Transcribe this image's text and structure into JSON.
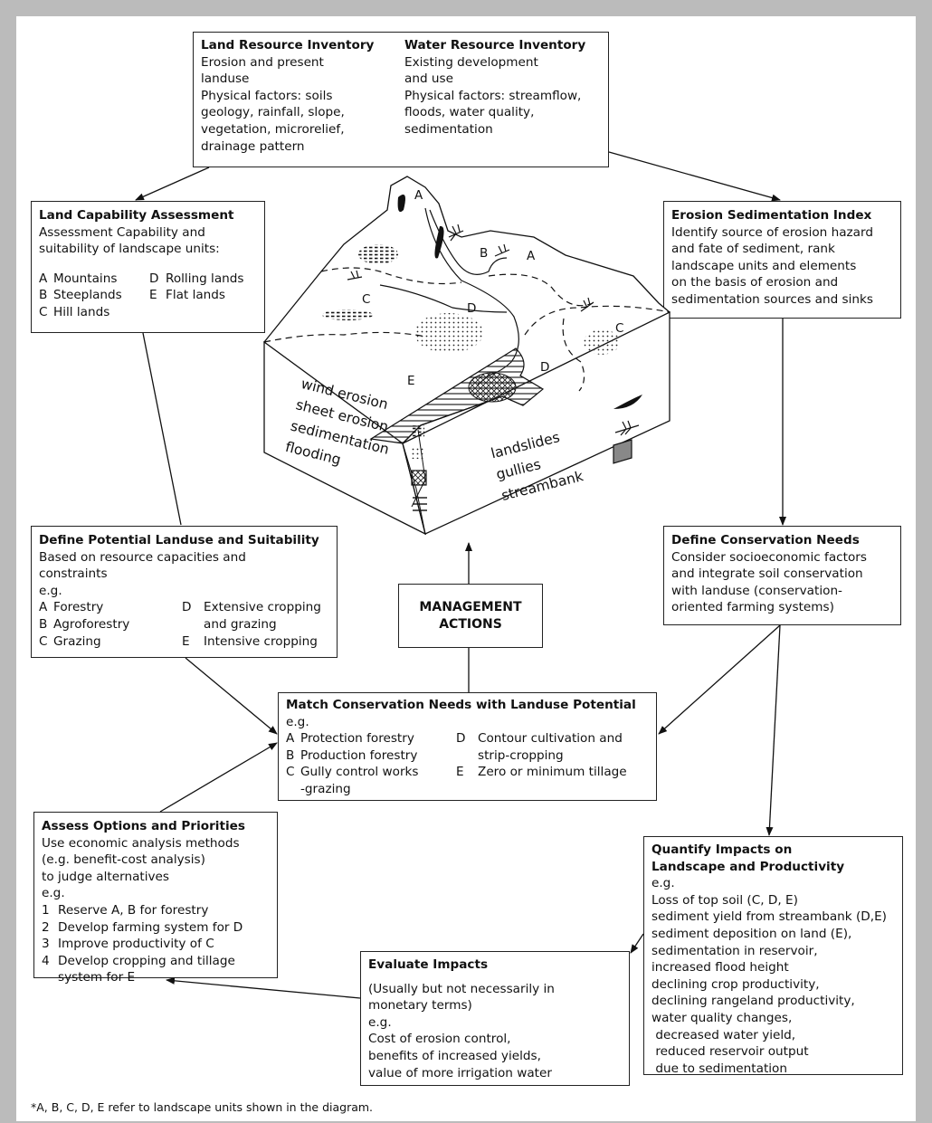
{
  "land_inventory": {
    "title": "Land Resource Inventory",
    "lines": [
      "Erosion and present",
      "landuse",
      "Physical factors: soils",
      "geology, rainfall, slope,",
      "vegetation, microrelief,",
      "drainage pattern"
    ]
  },
  "water_inventory": {
    "title": "Water Resource Inventory",
    "lines": [
      "Existing development",
      "and use",
      "Physical factors: streamflow,",
      "floods, water quality,",
      "sedimentation"
    ]
  },
  "land_capability": {
    "title": "Land Capability Assessment",
    "lines": [
      "Assessment Capability and",
      "suitability of landscape units:"
    ],
    "items": [
      {
        "key": "A",
        "text": "Mountains",
        "key2": "D",
        "text2": "Rolling lands"
      },
      {
        "key": "B",
        "text": "Steeplands",
        "key2": "E",
        "text2": "Flat lands"
      },
      {
        "key": "C",
        "text": "Hill lands"
      }
    ]
  },
  "erosion_index": {
    "title": "Erosion Sedimentation Index",
    "lines": [
      "Identify source of erosion hazard",
      "and fate of sediment, rank",
      "landscape units and elements",
      "on the basis of erosion and",
      "sedimentation sources and sinks"
    ]
  },
  "potential_landuse": {
    "title": "Define Potential Landuse and Suitability",
    "lines": [
      "Based on resource capacities and",
      "constraints",
      "e.g."
    ],
    "items": [
      {
        "key": "A",
        "text": "Forestry",
        "key2": "D",
        "text2": "Extensive cropping"
      },
      {
        "key": "B",
        "text": "Agroforestry",
        "key2": "",
        "text2": "and grazing"
      },
      {
        "key": "C",
        "text": "Grazing",
        "key2": "E",
        "text2": "Intensive cropping"
      }
    ]
  },
  "conservation_needs": {
    "title": "Define Conservation Needs",
    "lines": [
      "Consider socioeconomic factors",
      "and integrate soil conservation",
      "with landuse (conservation-",
      "oriented farming systems)"
    ]
  },
  "management": {
    "line1": "MANAGEMENT",
    "line2": "ACTIONS"
  },
  "match": {
    "title": "Match Conservation Needs with Landuse Potential",
    "eg": "e.g.",
    "items": [
      {
        "key": "A",
        "text": "Protection forestry",
        "key2": "D",
        "text2": "Contour cultivation and"
      },
      {
        "key": "B",
        "text": "Production forestry",
        "key2": "",
        "text2": "strip-cropping"
      },
      {
        "key": "C",
        "text": "Gully control works",
        "key2": "E",
        "text2": "Zero or minimum tillage"
      },
      {
        "key": "",
        "text": "-grazing"
      }
    ]
  },
  "assess": {
    "title": "Assess Options and Priorities",
    "lines": [
      "Use economic analysis methods",
      "(e.g. benefit-cost analysis)",
      "to judge alternatives",
      "e.g."
    ],
    "items": [
      {
        "key": "1",
        "text": "Reserve A, B for forestry"
      },
      {
        "key": "2",
        "text": "Develop farming system for D"
      },
      {
        "key": "3",
        "text": "Improve productivity of C"
      },
      {
        "key": "4",
        "text": "Develop cropping and tillage"
      },
      {
        "key": "",
        "text": "system for E"
      }
    ]
  },
  "quantify": {
    "title1": "Quantify Impacts on",
    "title2": "Landscape and Productivity",
    "lines": [
      "e.g.",
      "Loss of top soil (C, D, E)",
      "sediment yield from streambank (D,E)",
      "sediment deposition on land (E),",
      "sedimentation in reservoir,",
      "increased flood height",
      "declining crop productivity,",
      "declining rangeland productivity,",
      "water quality changes,",
      " decreased water yield,",
      " reduced reservoir output",
      " due to sedimentation"
    ]
  },
  "evaluate": {
    "title": "Evaluate Impacts",
    "lines": [
      "(Usually but not necessarily in",
      "monetary terms)",
      "e.g.",
      "Cost of erosion control,",
      "benefits of increased yields,",
      "value of more irrigation water"
    ]
  },
  "block": {
    "left_labels": [
      "wind erosion",
      "sheet erosion",
      "sedimentation",
      "flooding"
    ],
    "right_labels": [
      "landslides",
      "gullies",
      "streambank"
    ],
    "letters": [
      "A",
      "B",
      "A",
      "C",
      "D",
      "C",
      "E",
      "D"
    ]
  },
  "footnote": "*A, B, C, D, E refer to landscape units shown in the diagram."
}
